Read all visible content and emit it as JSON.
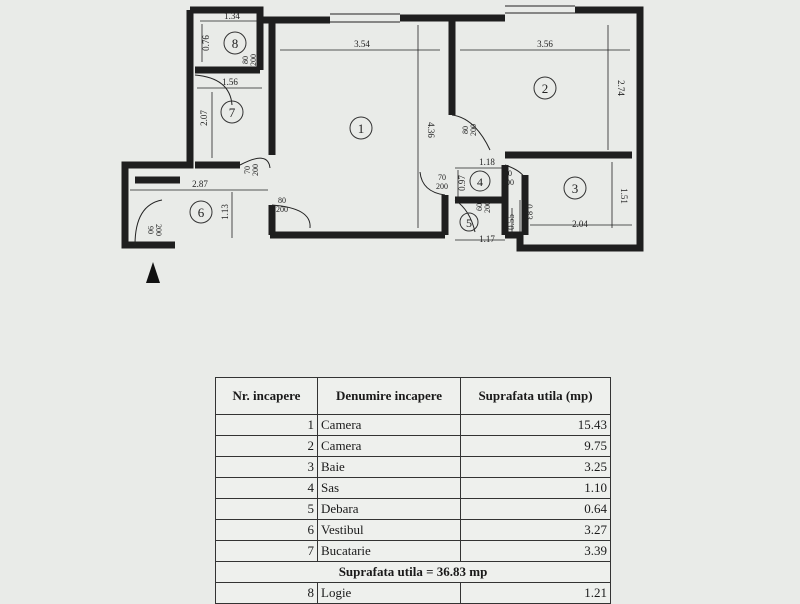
{
  "plan": {
    "rooms": [
      {
        "num": "1"
      },
      {
        "num": "2"
      },
      {
        "num": "3"
      },
      {
        "num": "4"
      },
      {
        "num": "5"
      },
      {
        "num": "6"
      },
      {
        "num": "7"
      },
      {
        "num": "8"
      }
    ],
    "dimensions": {
      "d_1_34": "1.34",
      "d_0_76": "0.76",
      "d_1_56": "1.56",
      "d_2_07": "2.07",
      "d_3_54": "3.54",
      "d_4_36": "4.36",
      "d_3_56": "3.56",
      "d_2_74": "2.74",
      "d_2_87": "2.87",
      "d_1_13": "1.13",
      "d_1_18": "1.18",
      "d_0_97": "0.97",
      "d_1_51": "1.51",
      "d_2_04": "2.04",
      "d_0_83": "0.83",
      "d_0_55": "0.55",
      "d_1_17": "1.17"
    },
    "doors": {
      "door_8": [
        "80",
        "200"
      ],
      "door_7": [
        "70",
        "200"
      ],
      "door_1": [
        "80",
        "200"
      ],
      "door_6": [
        "90",
        "200"
      ],
      "door_2": [
        "80",
        "200"
      ],
      "door_4": [
        "70",
        "200"
      ],
      "door_3": [
        "60",
        "200"
      ],
      "door_5": [
        "60",
        "200"
      ]
    }
  },
  "table": {
    "headers": [
      "Nr. incapere",
      "Denumire incapere",
      "Suprafata utila (mp)"
    ],
    "rows": [
      {
        "nr": "1",
        "name": "Camera",
        "area": "15.43"
      },
      {
        "nr": "2",
        "name": "Camera",
        "area": "9.75"
      },
      {
        "nr": "3",
        "name": "Baie",
        "area": "3.25"
      },
      {
        "nr": "4",
        "name": "Sas",
        "area": "1.10"
      },
      {
        "nr": "5",
        "name": "Debara",
        "area": "0.64"
      },
      {
        "nr": "6",
        "name": "Vestibul",
        "area": "3.27"
      },
      {
        "nr": "7",
        "name": "Bucatarie",
        "area": "3.39"
      }
    ],
    "total": "Suprafata utila = 36.83 mp",
    "extra_rows": [
      {
        "nr": "8",
        "name": "Logie",
        "area": "1.21"
      }
    ]
  }
}
